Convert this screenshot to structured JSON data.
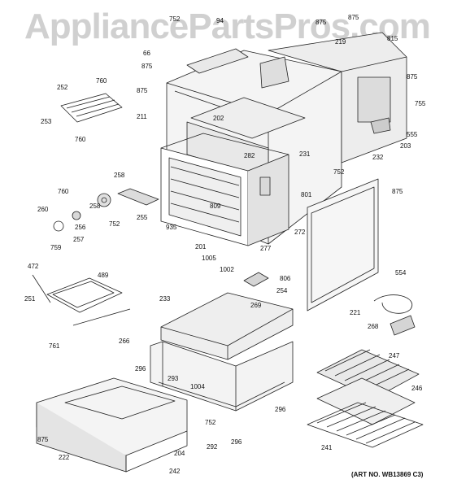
{
  "watermark": "AppliancePartsPros.com",
  "art_number": "(ART NO. WB13869 C3)",
  "callouts": [
    "752",
    "94",
    "875",
    "875",
    "66",
    "219",
    "875",
    "875",
    "252",
    "760",
    "875",
    "211",
    "202",
    "231",
    "555",
    "203",
    "253",
    "760",
    "282",
    "232",
    "760",
    "752",
    "875",
    "258",
    "258",
    "801",
    "260",
    "935",
    "809",
    "255",
    "256",
    "752",
    "257",
    "201",
    "272",
    "759",
    "277",
    "1005",
    "1002",
    "806",
    "472",
    "489",
    "254",
    "251",
    "554",
    "269",
    "233",
    "221",
    "266",
    "268",
    "761",
    "293",
    "1004",
    "247",
    "296",
    "296",
    "246",
    "875",
    "752",
    "296",
    "292",
    "222",
    "204",
    "242",
    "241",
    "815",
    "755"
  ],
  "colors": {
    "line": "#222222",
    "fill_light": "#ececec",
    "fill_mid": "#d6d6d6",
    "fill_dark": "#bdbdbd"
  }
}
